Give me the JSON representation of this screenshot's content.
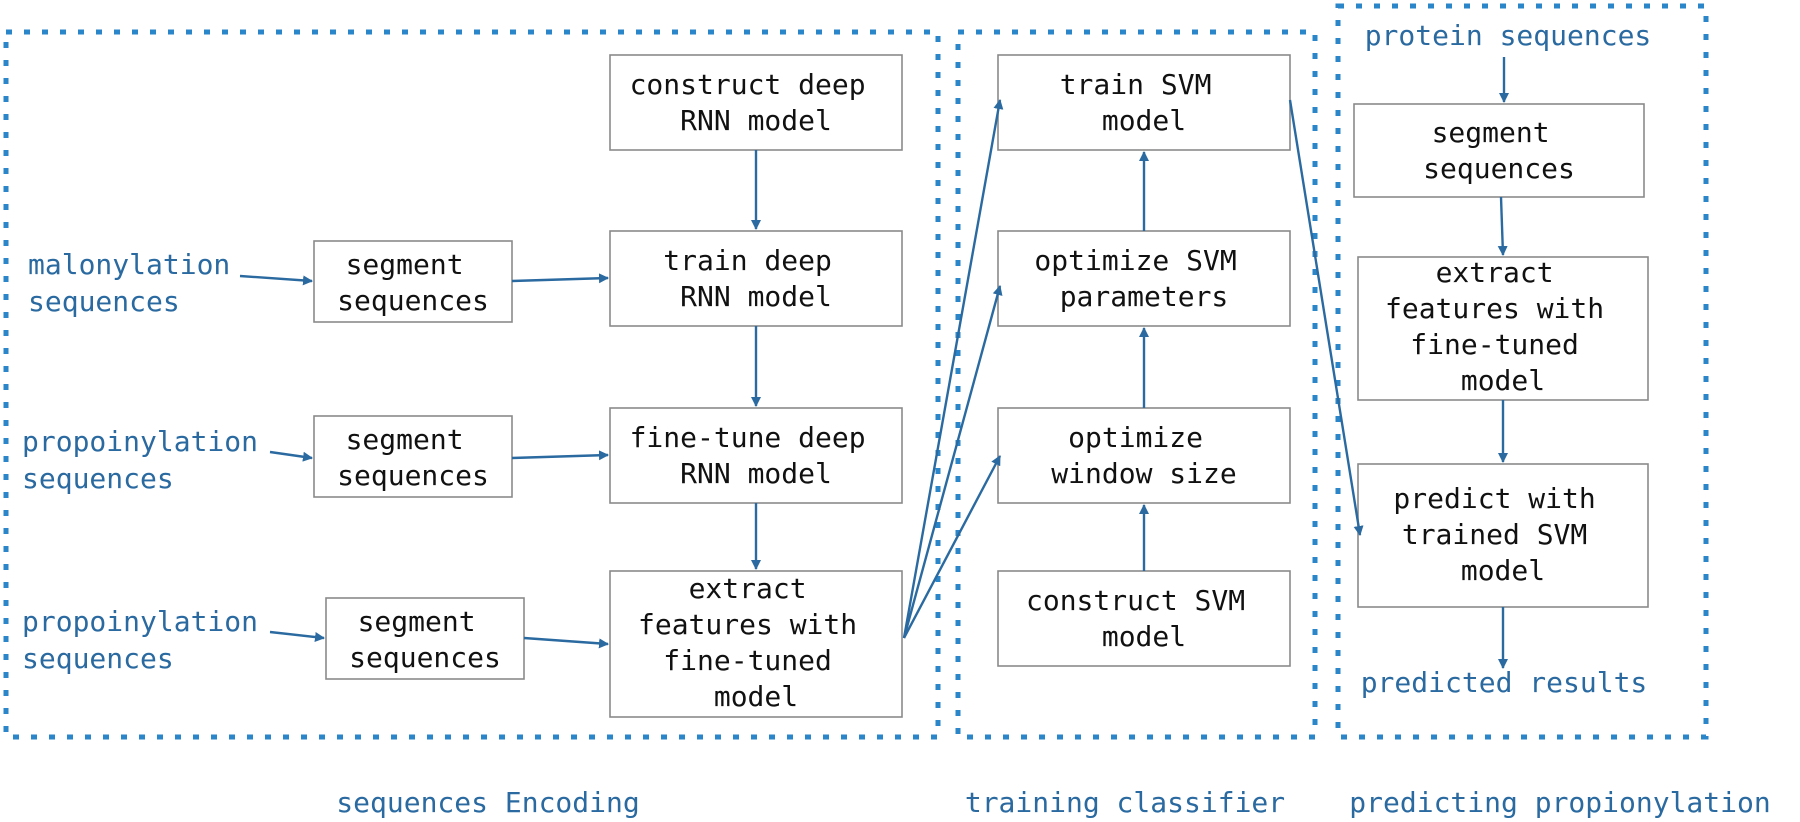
{
  "colors": {
    "accent": "#2a6aa0",
    "region_border": "#2a86c8",
    "box_border": "#8a8a8a",
    "box_text": "#111111"
  },
  "encoding": {
    "caption": "sequences Encoding",
    "inputs": [
      [
        "malonylation",
        "sequences"
      ],
      [
        "propoinylation",
        "sequences"
      ],
      [
        "propoinylation",
        "sequences"
      ]
    ],
    "segment_boxes": [
      [
        "segment",
        "sequences"
      ],
      [
        "segment",
        "sequences"
      ],
      [
        "segment",
        "sequences"
      ]
    ],
    "rnn_steps": [
      [
        "construct deep",
        "RNN model"
      ],
      [
        "train deep",
        "RNN model"
      ],
      [
        "fine-tune deep",
        "RNN model"
      ],
      [
        "extract",
        "features with",
        "fine-tuned",
        "model"
      ]
    ]
  },
  "training": {
    "caption": "training classifier",
    "steps": [
      [
        "train SVM",
        "model"
      ],
      [
        "optimize SVM",
        "parameters"
      ],
      [
        "optimize",
        "window size"
      ],
      [
        "construct SVM",
        "model"
      ]
    ]
  },
  "predicting": {
    "caption": "predicting propionylation",
    "input": "protein sequences",
    "steps": [
      [
        "segment",
        "sequences"
      ],
      [
        "extract",
        "features with",
        "fine-tuned",
        "model"
      ],
      [
        "predict with",
        "trained SVM",
        "model"
      ]
    ],
    "output": "predicted results"
  }
}
